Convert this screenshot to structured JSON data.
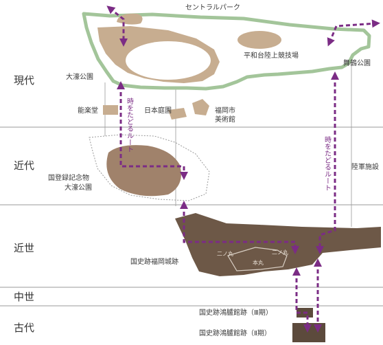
{
  "eras": {
    "modern": "現代",
    "kindai": "近代",
    "kinsei": "近世",
    "chusei": "中世",
    "kodai": "古代"
  },
  "labels": {
    "central_park": "セントラルパーク",
    "heiwadai": "平和台陸上競技場",
    "ohori_park": "大濠公園",
    "maizuru_park": "舞鶴公園",
    "noh_theater": "能楽堂",
    "japanese_garden": "日本庭園",
    "art_museum_line1": "福岡市",
    "art_museum_line2": "美術館",
    "registered_monument_line1": "国登録記念物",
    "registered_monument_line2": "大濠公園",
    "army_facility": "陸軍施設",
    "castle_ruins": "国史跡福岡城跡",
    "ninomaru_left": "二ノ丸",
    "ninomaru_right": "二ノ丸",
    "honmaru": "本丸",
    "korokan_3": "国史跡鴻臚館跡（Ⅲ期）",
    "korokan_2": "国史跡鴻臚館跡（Ⅱ期）",
    "route_left": "時をたどるルート",
    "route_right": "時をたどるルート"
  },
  "colors": {
    "park_fill": "#c7ad90",
    "park_outline": "#a3c59a",
    "castle_fill": "#6d5847",
    "route": "#7b2c85",
    "era_line": "#999999"
  }
}
